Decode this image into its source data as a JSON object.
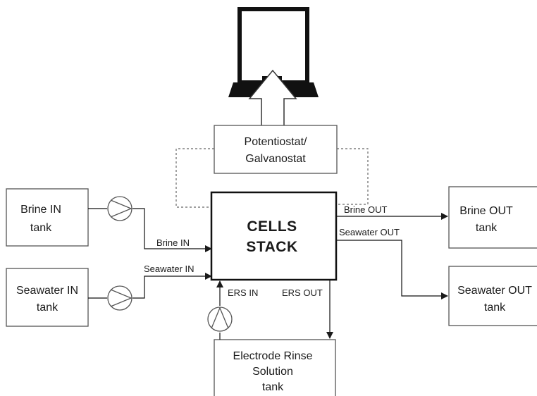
{
  "computer": {
    "icon": "computer-monitor-icon"
  },
  "potentiostat": {
    "line1": "Potentiostat/",
    "line2": "Galvanostat"
  },
  "stack": {
    "line1": "CELLS",
    "line2": "STACK"
  },
  "brine_in_tank": {
    "line1": "Brine IN",
    "line2": "tank"
  },
  "seawater_in_tank": {
    "line1": "Seawater IN",
    "line2": "tank"
  },
  "brine_out_tank": {
    "line1": "Brine OUT",
    "line2": "tank"
  },
  "seawater_out_tank": {
    "line1": "Seawater OUT",
    "line2": "tank"
  },
  "ers_tank": {
    "line1": "Electrode Rinse",
    "line2": "Solution",
    "line3": "tank"
  },
  "flows": {
    "brine_in": "Brine IN",
    "seawater_in": "Seawater IN",
    "brine_out": "Brine OUT",
    "seawater_out": "Seawater OUT",
    "ers_in": "ERS IN",
    "ers_out": "ERS OUT"
  },
  "pump_icon": "pump-icon"
}
